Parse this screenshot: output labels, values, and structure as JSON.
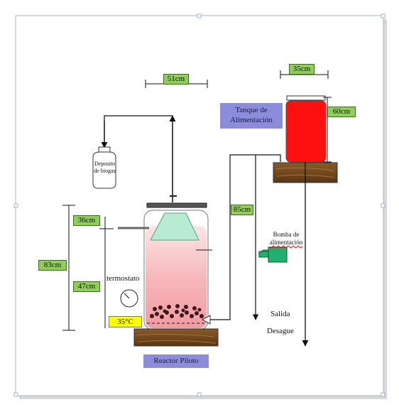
{
  "labels": {
    "deposito_line1": "Deposito",
    "deposito_line2": "de biogas",
    "tanque_line1": "Tanque de",
    "tanque_line2": "Alimentación",
    "bomba_line1": "Bomba de",
    "bomba_line2": "alimentación",
    "termostato": "termostato",
    "reactor": "Reactor Piloto",
    "salida": "Salida",
    "desague": "Desague"
  },
  "dimensions": {
    "d51": "51cm",
    "d35": "35cm",
    "d60": "60cm",
    "d85": "85cm",
    "d36": "36cm",
    "d83": "83cm",
    "d47": "47cm",
    "temp": "35°C"
  },
  "colors": {
    "tank_red": "#ff1010",
    "reactor_pink": "#f8c8c8",
    "base_brown": "#7a4a1e",
    "dim_green": "#8fce5a",
    "label_blue": "#8c8cdc",
    "pump_green": "#22b070"
  }
}
